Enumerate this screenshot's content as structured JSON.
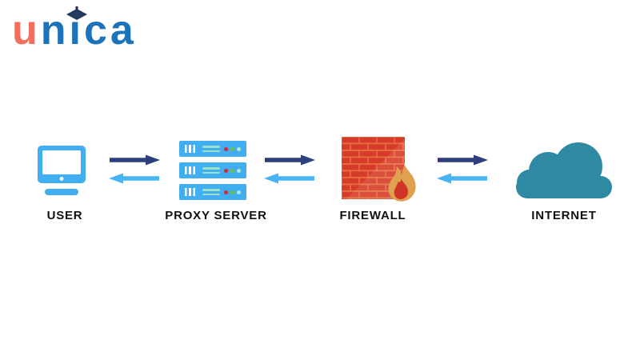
{
  "brand": {
    "name": "unica",
    "letters": {
      "u": "u",
      "n": "n",
      "i": "i",
      "ca": "ca"
    }
  },
  "colors": {
    "logo_orange": "#F2705B",
    "logo_blue": "#1C73B9",
    "cap_navy": "#24395E",
    "icon_blue": "#41AEF2",
    "arrow_dark": "#2F3E7D",
    "arrow_light": "#47B5F4",
    "server_line_green": "#9BE3C8",
    "led_red": "#CE2B37",
    "led_green": "#6CC04F",
    "led_pale": "#A9E9E2",
    "brick_red": "#D73B2A",
    "brick_mortar": "#E8713F",
    "flame_gold": "#DFA04F",
    "flame_red": "#D13327",
    "cloud_teal": "#3089A3",
    "label_text": "#111111",
    "background": "#FFFFFF"
  },
  "diagram": {
    "nodes": [
      {
        "id": "user",
        "label": "USER",
        "icon": "monitor-icon"
      },
      {
        "id": "proxy-server",
        "label": "PROXY SERVER",
        "icon": "server-stack-icon"
      },
      {
        "id": "firewall",
        "label": "FIREWALL",
        "icon": "brick-wall-flame-icon"
      },
      {
        "id": "internet",
        "label": "INTERNET",
        "icon": "cloud-icon"
      }
    ],
    "connections": [
      {
        "from": "user",
        "to": "proxy-server",
        "bidirectional": true
      },
      {
        "from": "proxy-server",
        "to": "firewall",
        "bidirectional": true
      },
      {
        "from": "firewall",
        "to": "internet",
        "bidirectional": true
      }
    ]
  }
}
